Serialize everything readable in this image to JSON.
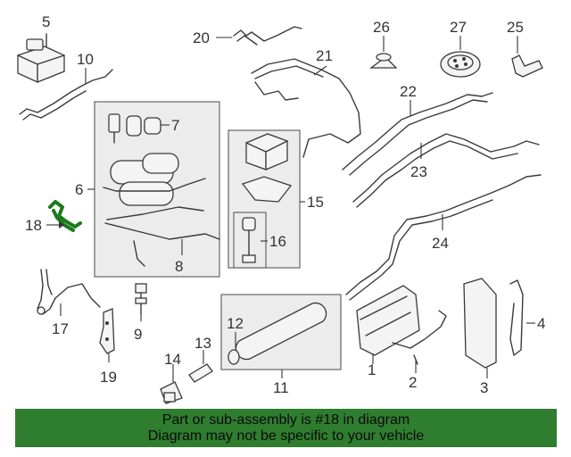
{
  "diagram": {
    "callouts": [
      {
        "id": "c1",
        "text": "1"
      },
      {
        "id": "c2",
        "text": "2"
      },
      {
        "id": "c3",
        "text": "3"
      },
      {
        "id": "c4",
        "text": "4"
      },
      {
        "id": "c5",
        "text": "5"
      },
      {
        "id": "c6",
        "text": "6"
      },
      {
        "id": "c7",
        "text": "7"
      },
      {
        "id": "c8",
        "text": "8"
      },
      {
        "id": "c9",
        "text": "9"
      },
      {
        "id": "c10",
        "text": "10"
      },
      {
        "id": "c11",
        "text": "11"
      },
      {
        "id": "c12",
        "text": "12"
      },
      {
        "id": "c13",
        "text": "13"
      },
      {
        "id": "c14",
        "text": "14"
      },
      {
        "id": "c15",
        "text": "15"
      },
      {
        "id": "c16",
        "text": "16"
      },
      {
        "id": "c17",
        "text": "17"
      },
      {
        "id": "c18",
        "text": "18"
      },
      {
        "id": "c19",
        "text": "19"
      },
      {
        "id": "c20",
        "text": "20"
      },
      {
        "id": "c21",
        "text": "21"
      },
      {
        "id": "c22",
        "text": "22"
      },
      {
        "id": "c23",
        "text": "23"
      },
      {
        "id": "c24",
        "text": "24"
      },
      {
        "id": "c25",
        "text": "25"
      },
      {
        "id": "c26",
        "text": "26"
      },
      {
        "id": "c27",
        "text": "27"
      }
    ],
    "highlighted_part": "18",
    "highlight_color": "#1c7a1c"
  },
  "banner": {
    "line1": "Part or sub-assembly is #18 in diagram",
    "line2": "Diagram may not be specific to your vehicle",
    "background": "#2f7d2f"
  }
}
